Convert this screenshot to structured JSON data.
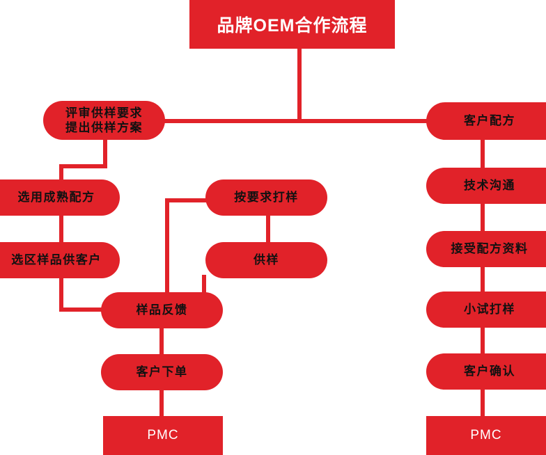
{
  "diagram": {
    "title": "品牌OEM合作流程",
    "theme": {
      "brand_red": "#E12229",
      "node_text": "#111111",
      "title_text": "#FFFFFF",
      "background": "#FFFFFF"
    },
    "nodes": {
      "review_sample_request": {
        "line1": "评审供样要求",
        "line2": "提出供样方案"
      },
      "mature_formula": {
        "label": "选用成熟配方"
      },
      "select_sample_for_customer": {
        "label": "选区样品供客户"
      },
      "sample_per_request": {
        "label": "按要求打样"
      },
      "supply_sample": {
        "label": "供样"
      },
      "sample_feedback": {
        "label": "样品反馈"
      },
      "customer_order": {
        "label": "客户下单"
      },
      "pmc_left": {
        "label": "PMC"
      },
      "customer_formula": {
        "label": "客户配方"
      },
      "technical_communication": {
        "label": "技术沟通"
      },
      "receive_formula_data": {
        "label": "接受配方资料"
      },
      "trial_sample": {
        "label": "小试打样"
      },
      "customer_confirm": {
        "label": "客户确认"
      },
      "pmc_right": {
        "label": "PMC"
      }
    }
  }
}
